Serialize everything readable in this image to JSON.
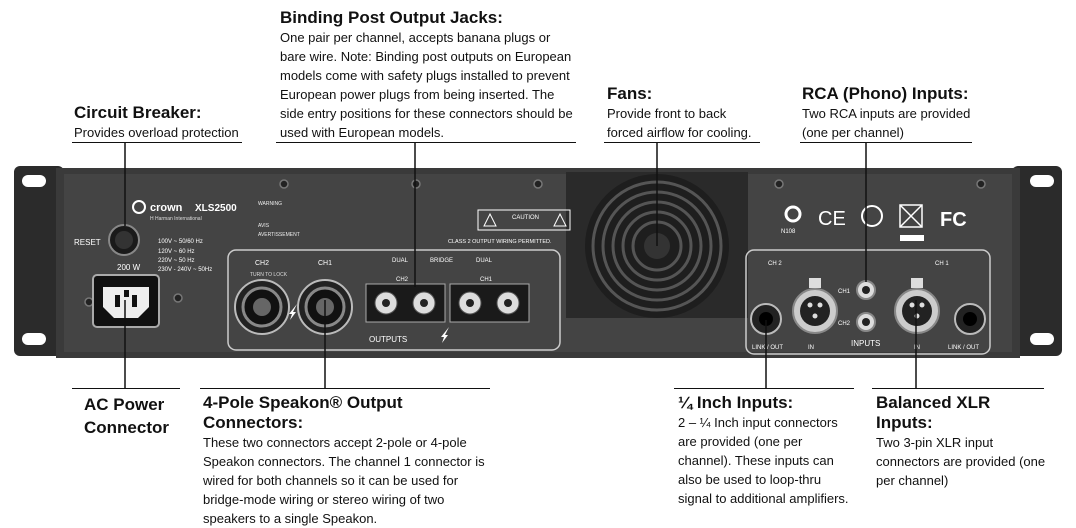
{
  "callouts": {
    "binding_post": {
      "title": "Binding Post Output Jacks:",
      "description": "One pair per channel, accepts banana plugs or bare wire. Note: Binding post outputs on European models come with safety plugs installed to prevent European power plugs from being inserted. The side entry positions for these connectors should be used with European models."
    },
    "circuit_breaker": {
      "title": "Circuit Breaker:",
      "description": "Provides overload protection"
    },
    "fans": {
      "title": "Fans:",
      "description": "Provide front to back forced airflow for cooling."
    },
    "rca": {
      "title": "RCA (Phono) Inputs:",
      "description": "Two RCA inputs are provided (one per channel)"
    },
    "ac_power": {
      "title": "AC Power Connector",
      "description": ""
    },
    "speakon": {
      "title": "4-Pole Speakon® Output Connectors:",
      "description": "These two connectors accept 2-pole or 4-pole Speakon connectors. The channel 1 connector is wired for both channels so it can be used for bridge-mode wiring or stereo wiring of two speakers to a single Speakon."
    },
    "quarter_inch": {
      "title": "¼ Inch Inputs:",
      "description": "2 – ¼ Inch input connectors are provided (one per channel). These inputs can also be used to loop-thru signal to additional amplifiers."
    },
    "xlr": {
      "title": "Balanced XLR Inputs:",
      "description": "Two 3-pin XLR input connectors are provided (one per channel)"
    }
  },
  "panel": {
    "brand": "crown",
    "model": "XLS2500",
    "brand_sub": "H Harman International",
    "reset_label": "RESET",
    "power_rating": "200 W",
    "voltages": [
      "100V ~ 50/60 Hz",
      "120V ~ 60 Hz",
      "220V ~ 50 Hz",
      "230V - 240V ~ 50Hz"
    ],
    "ch2": "CH2",
    "ch1": "CH1",
    "ch2_input": "CH 2",
    "ch1_input": "CH 1",
    "turn_to_lock": "TURN TO LOCK",
    "outputs_label": "OUTPUTS",
    "inputs_label": "INPUTS",
    "dual": "DUAL",
    "bridge": "BRIDGE",
    "class2": "CLASS 2 OUTPUT WIRING PERMITTED.",
    "caution": "CAUTION",
    "warning": "WARNING",
    "avis": "AVIS",
    "avertissement": "AVERTISSEMENT",
    "link_out": "LINK / OUT",
    "in_label": "IN",
    "rca_ch1": "CH1",
    "rca_ch2": "CH2",
    "n108": "N108",
    "ce": "CE",
    "fc": "FC"
  }
}
